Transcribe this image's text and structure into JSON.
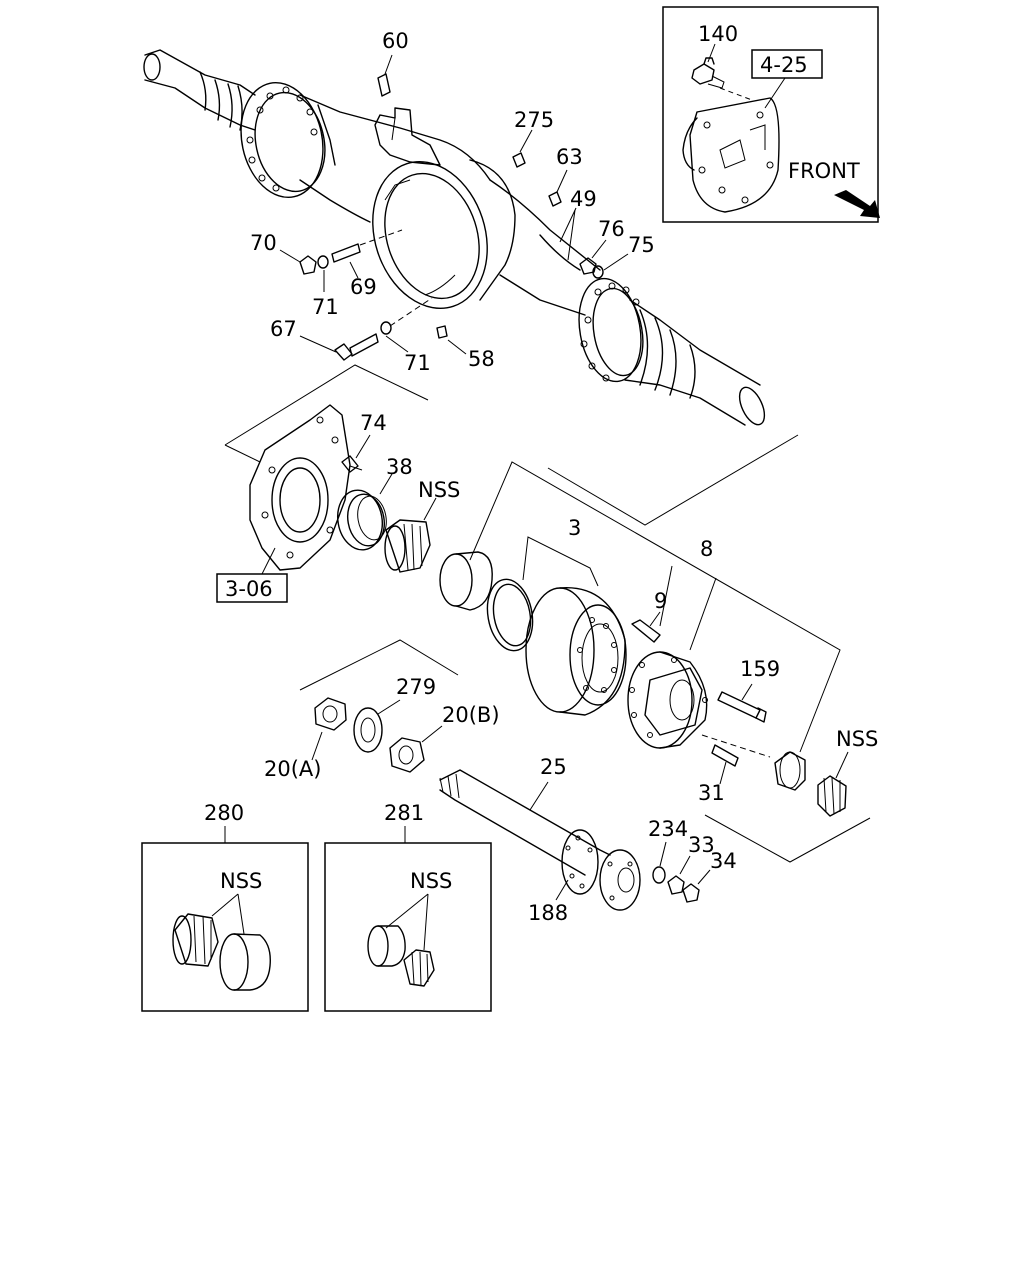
{
  "callouts": {
    "c60": "60",
    "c140": "140",
    "c275": "275",
    "c63": "63",
    "c49": "49",
    "c76": "76",
    "c75": "75",
    "c70": "70",
    "c69": "69",
    "c71a": "71",
    "c67": "67",
    "c71b": "71",
    "c58": "58",
    "c74": "74",
    "c38": "38",
    "nss1": "NSS",
    "c3": "3",
    "c8": "8",
    "c9": "9",
    "c159": "159",
    "nss2": "NSS",
    "c279": "279",
    "c20b": "20(B)",
    "c20a": "20(A)",
    "c25": "25",
    "c31": "31",
    "c280": "280",
    "c281": "281",
    "c234": "234",
    "c33": "33",
    "c34": "34",
    "c188": "188",
    "nss3": "NSS",
    "nss4": "NSS"
  },
  "refs": {
    "r425": "4-25",
    "r306": "3-06"
  },
  "inset": {
    "front_label": "FRONT"
  }
}
